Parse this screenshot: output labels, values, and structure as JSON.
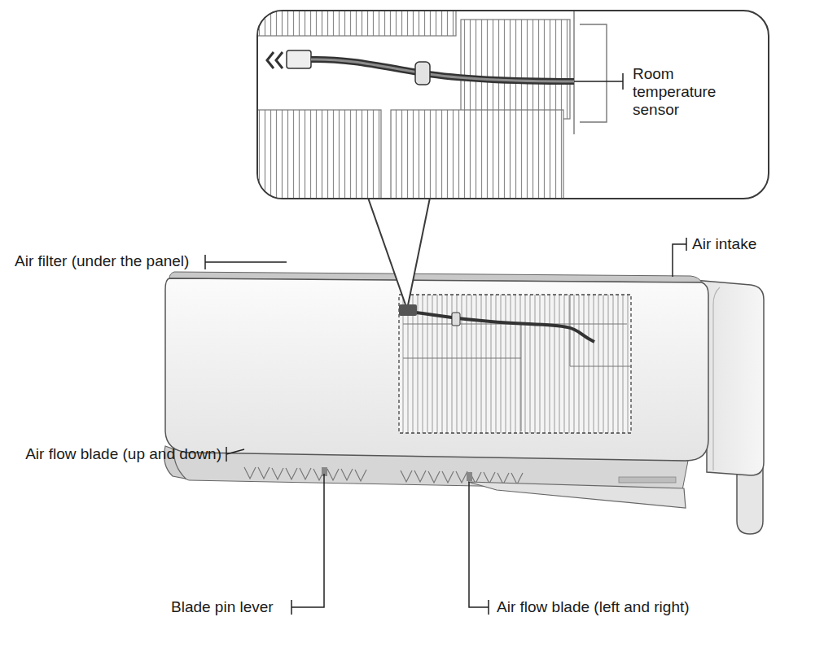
{
  "diagram": {
    "nodes": [
      {
        "text": [
          "Room temperature sensor"
        ]
      }
    ],
    "labels": [
      "Air filter (under the panel)",
      "Air intake",
      "Air flow blade (up and down)",
      "Blade pin lever",
      "Air flow blade (left and right)"
    ]
  }
}
